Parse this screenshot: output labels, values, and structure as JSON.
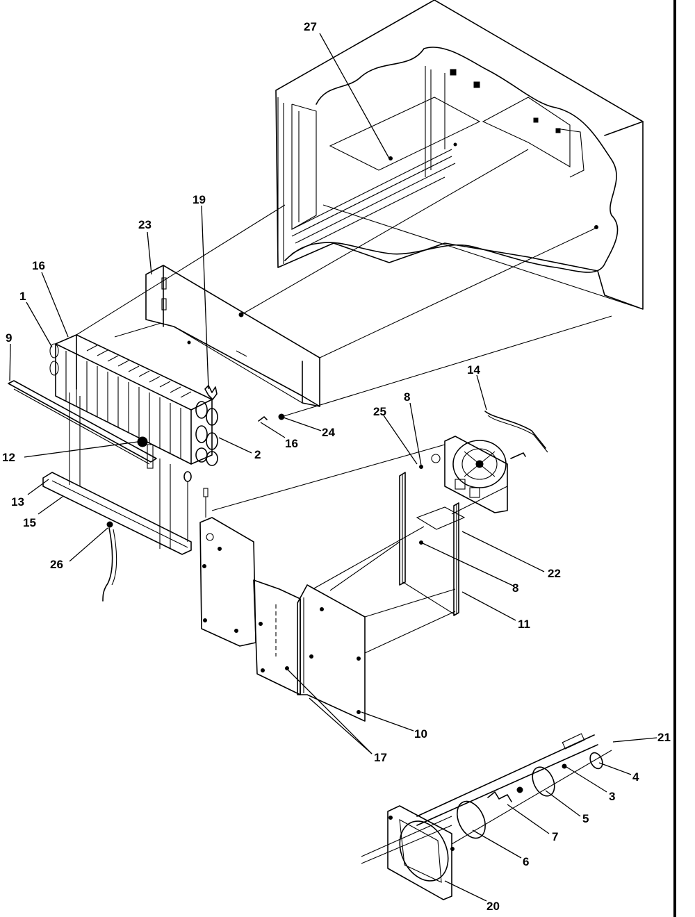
{
  "callouts": {
    "c27": "27",
    "c19": "19",
    "c23": "23",
    "c16a": "16",
    "c1": "1",
    "c9a": "9",
    "c12": "12",
    "c13": "13",
    "c15": "15",
    "c26": "26",
    "c2": "2",
    "c16b": "16",
    "c24": "24",
    "c14": "14",
    "c8a": "8",
    "c25": "25",
    "c22": "22",
    "c8b": "8",
    "c11": "11",
    "c10": "10",
    "c17": "17",
    "c21": "21",
    "c4": "4",
    "c3": "3",
    "c5": "5",
    "c7": "7",
    "c6": "6",
    "c20": "20"
  }
}
